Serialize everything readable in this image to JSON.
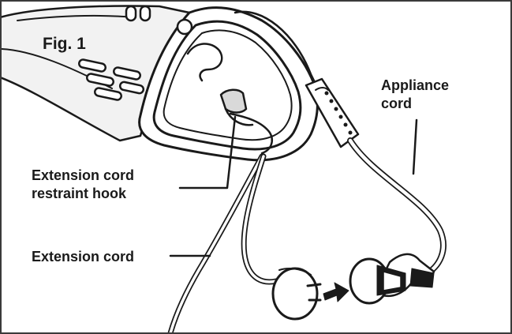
{
  "figure": {
    "title": "Fig. 1",
    "labels": {
      "appliance_cord": [
        "Appliance",
        "cord"
      ],
      "restraint_hook": [
        "Extension cord",
        "restraint hook"
      ],
      "extension_cord": "Extension cord"
    }
  },
  "colors": {
    "line": "#1a1a1a",
    "fill": "#ffffff",
    "shade": "#d9d9d9",
    "frame": "#3a3a3a"
  }
}
